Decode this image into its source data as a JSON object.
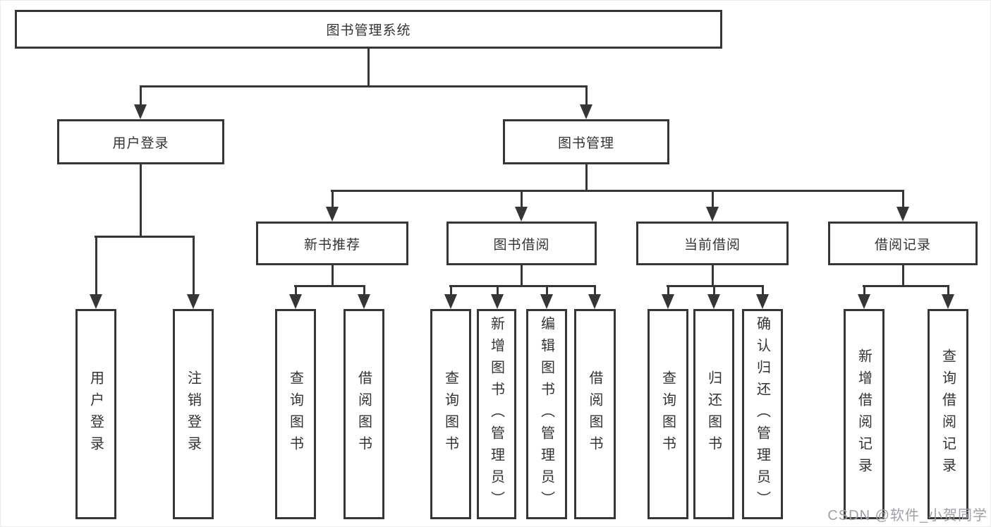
{
  "diagram": {
    "root": {
      "label": "图书管理系统"
    },
    "level2": [
      {
        "id": "user-login",
        "label": "用户登录"
      },
      {
        "id": "book-management",
        "label": "图书管理"
      }
    ],
    "level3": [
      {
        "id": "new-book-recommend",
        "label": "新书推荐",
        "parent": "图书管理"
      },
      {
        "id": "book-borrowing",
        "label": "图书借阅",
        "parent": "图书管理"
      },
      {
        "id": "current-borrowing",
        "label": "当前借阅",
        "parent": "图书管理"
      },
      {
        "id": "borrowing-records",
        "label": "借阅记录",
        "parent": "图书管理"
      }
    ],
    "leaves": [
      {
        "label": "用户登录",
        "parent": "用户登录"
      },
      {
        "label": "注销登录",
        "parent": "用户登录"
      },
      {
        "label": "查询图书",
        "parent": "新书推荐"
      },
      {
        "label": "借阅图书",
        "parent": "新书推荐"
      },
      {
        "label": "查询图书",
        "parent": "图书借阅"
      },
      {
        "label": "新增图书（管理员）",
        "parent": "图书借阅"
      },
      {
        "label": "编辑图书（管理员）",
        "parent": "图书借阅"
      },
      {
        "label": "借阅图书",
        "parent": "图书借阅"
      },
      {
        "label": "查询图书",
        "parent": "当前借阅"
      },
      {
        "label": "归还图书",
        "parent": "当前借阅"
      },
      {
        "label": "确认归还（管理员）",
        "parent": "当前借阅"
      },
      {
        "label": "新增借阅记录",
        "parent": "借阅记录"
      },
      {
        "label": "查询借阅记录",
        "parent": "借阅记录"
      }
    ]
  },
  "watermark": {
    "text": "CSDN @软件_小贺同学"
  },
  "colors": {
    "line": "#363636",
    "background": "#ffffff",
    "text": "#333333",
    "watermark": "#9fa0a6"
  }
}
